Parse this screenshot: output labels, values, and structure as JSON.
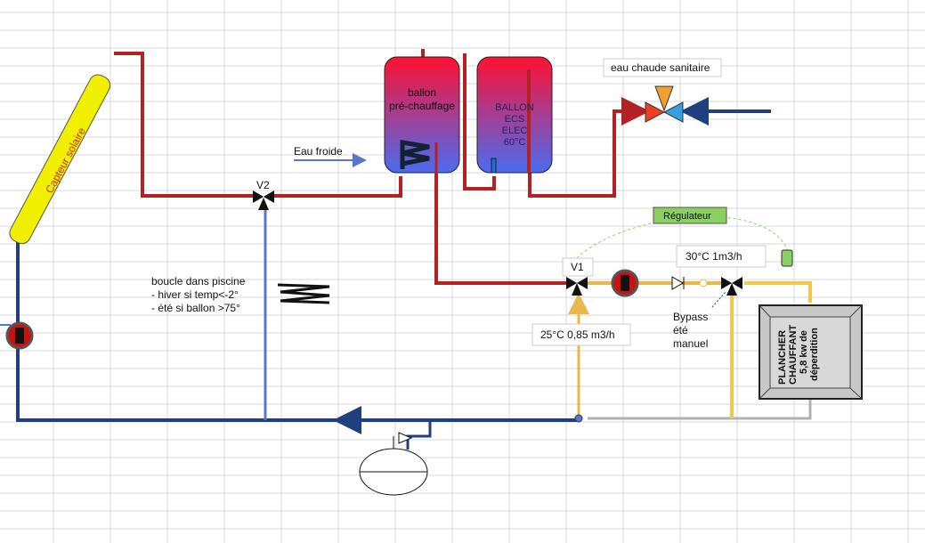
{
  "labels": {
    "collector": "Capteur solaire",
    "tank1": [
      "ballon",
      "pré-chauffage"
    ],
    "tank2": [
      "BALLON",
      "ECS",
      "ELEC",
      "60°C"
    ],
    "cold_water": "Eau froide",
    "hot_water": "eau chaude sanitaire",
    "v2": "V2",
    "v1": "V1",
    "pool_loop": [
      "boucle dans piscine",
      "- hiver si temp<-2°",
      "- été si ballon >75°"
    ],
    "regulator": "Régulateur",
    "flow_hot": "30°C 1m3/h",
    "flow_return": "25°C 0,85 m3/h",
    "bypass": [
      "Bypass",
      "été",
      "manuel"
    ],
    "floor": [
      "PLANCHER",
      "CHAUFFANT",
      "5,8 kw de",
      "déperdition"
    ]
  },
  "colors": {
    "hot": "#b22222",
    "cold": "#1f3f7f",
    "cold_light": "#5577cc",
    "floor_loop": "#e8b84a",
    "collector": "#f0f000",
    "regulator": "#8ad060",
    "grid": "#d9d9d9"
  }
}
